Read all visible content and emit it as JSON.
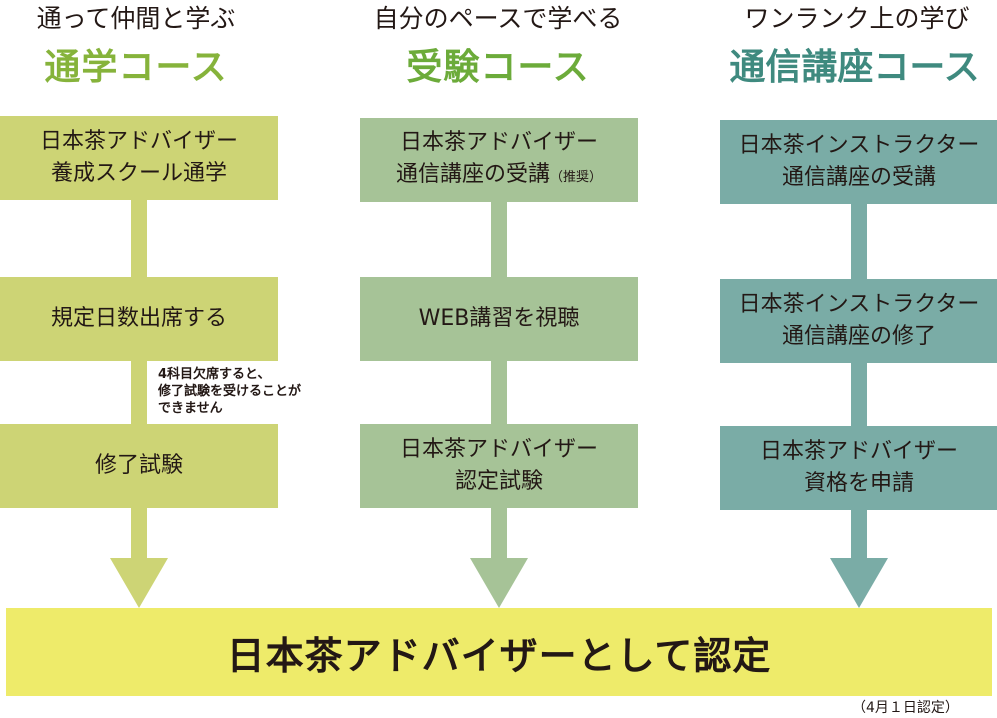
{
  "colors": {
    "col1": "#cdd475",
    "col1_title": "#86b33b",
    "col2": "#a6c397",
    "col2_title": "#6cab3a",
    "col3": "#7aaca6",
    "col3_title": "#3f8a7f",
    "final": "#eeeb6a",
    "text": "#231815"
  },
  "columns": [
    {
      "subtitle": "通って仲間と学ぶ",
      "title": "通学コース",
      "steps": [
        {
          "line1": "日本茶アドバイザー",
          "line2": "養成スクール通学"
        },
        {
          "line1": "規定日数出席する"
        },
        {
          "line1": "修了試験"
        }
      ],
      "note": [
        "4科目欠席すると、",
        "修了試験を受けることが",
        "できません"
      ]
    },
    {
      "subtitle": "自分のペースで学べる",
      "title": "受験コース",
      "steps": [
        {
          "line1": "日本茶アドバイザー",
          "line2": "通信講座の受講",
          "suffix": "（推奨）"
        },
        {
          "line1": "WEB講習を視聴"
        },
        {
          "line1": "日本茶アドバイザー",
          "line2": "認定試験"
        }
      ]
    },
    {
      "subtitle": "ワンランク上の学び",
      "title": "通信講座コース",
      "steps": [
        {
          "line1": "日本茶インストラクター",
          "line2": "通信講座の受講"
        },
        {
          "line1": "日本茶インストラクター",
          "line2": "通信講座の修了"
        },
        {
          "line1": "日本茶アドバイザー",
          "line2": "資格を申請"
        }
      ]
    }
  ],
  "final": {
    "label": "日本茶アドバイザーとして認定",
    "note": "（4月１日認定）"
  }
}
